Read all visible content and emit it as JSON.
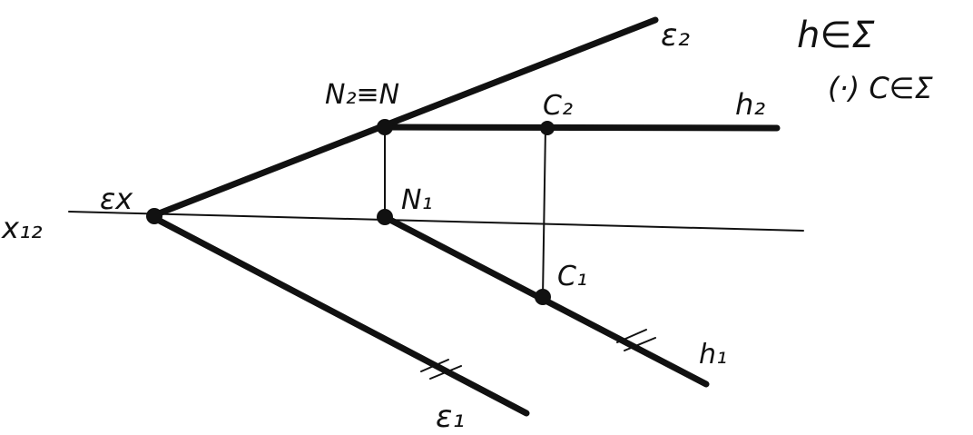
{
  "labels": {
    "epsilon2": "ε₂",
    "epsilon1": "ε₁",
    "epsilon_x": "εx",
    "x12": "x₁₂",
    "n2_eq_n": "N₂≡N",
    "c2": "C₂",
    "h2": "h₂",
    "n1": "N₁",
    "c1": "C₁",
    "h1": "h₁",
    "statement1": "h∈Σ",
    "statement2": "(·) C∈Σ"
  }
}
